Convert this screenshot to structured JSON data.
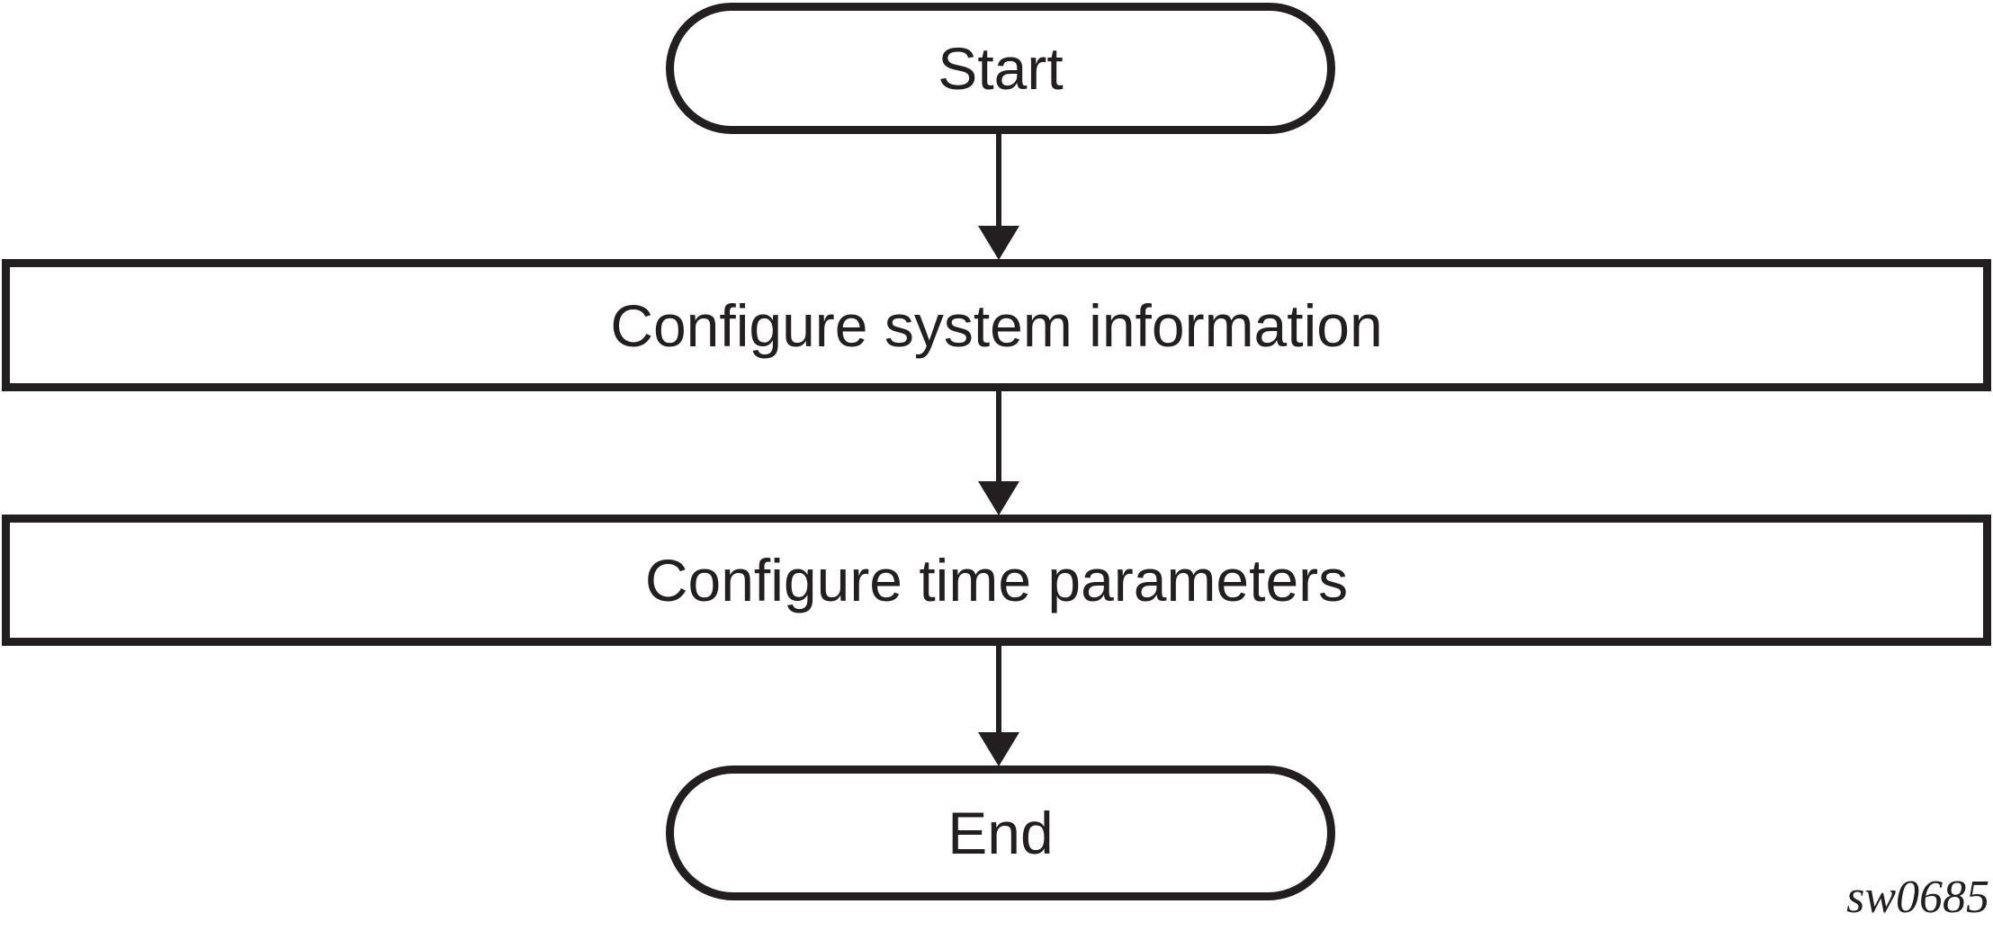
{
  "flowchart": {
    "nodes": [
      {
        "id": "start",
        "type": "terminator",
        "label": "Start"
      },
      {
        "id": "configure-system-information",
        "type": "process",
        "label": "Configure system information"
      },
      {
        "id": "configure-time-parameters",
        "type": "process",
        "label": "Configure time parameters"
      },
      {
        "id": "end",
        "type": "terminator",
        "label": "End"
      }
    ],
    "edges": [
      {
        "from": "start",
        "to": "configure-system-information",
        "direction": "down",
        "arrowhead": "solid-triangle"
      },
      {
        "from": "configure-system-information",
        "to": "configure-time-parameters",
        "direction": "down",
        "arrowhead": "solid-triangle"
      },
      {
        "from": "configure-time-parameters",
        "to": "end",
        "direction": "down",
        "arrowhead": "solid-triangle"
      }
    ],
    "figure_id": "sw0685",
    "colors": {
      "stroke": "#231f20",
      "text": "#231f20",
      "background": "#ffffff"
    }
  }
}
